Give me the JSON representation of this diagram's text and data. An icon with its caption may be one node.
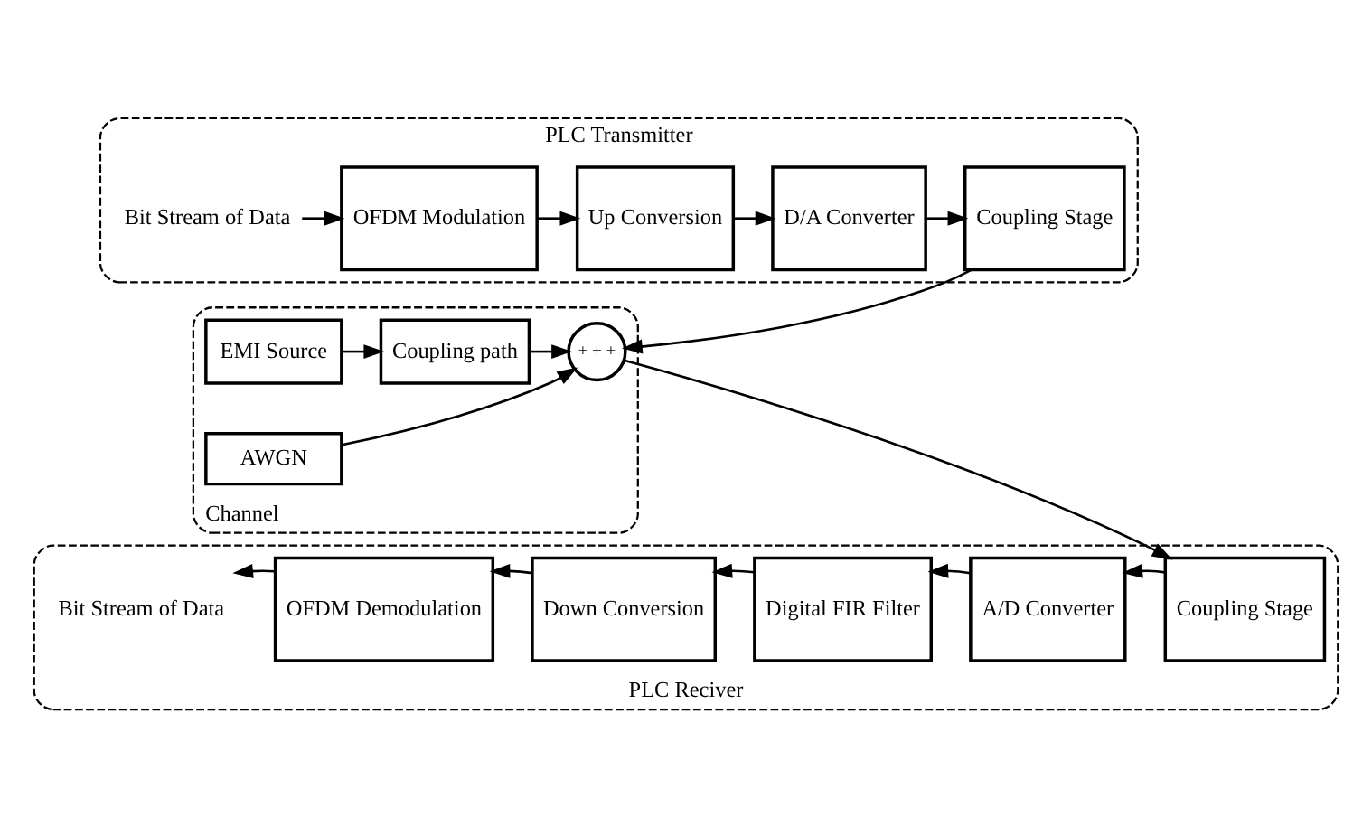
{
  "diagram": {
    "nodes": [
      {
        "text": [
          "PLC Transmitter"
        ]
      },
      {
        "text": [
          "Bit Stream of Data"
        ],
        "in": 0
      },
      {
        "text": [
          "OFDM Modulation"
        ],
        "in": 0
      },
      {
        "text": [
          "Up Conversion"
        ],
        "in": 0
      },
      {
        "text": [
          "D/A Converter"
        ],
        "in": 0
      },
      {
        "text": [
          "Coupling Stage"
        ],
        "in": 0
      },
      {
        "text": [
          "Channel"
        ]
      },
      {
        "text": [
          "EMI Source"
        ],
        "in": 6
      },
      {
        "text": [
          "Coupling path"
        ],
        "in": 6
      },
      {
        "text": [
          "AWGN"
        ],
        "in": 6
      },
      {
        "text": [
          "+",
          "+",
          "+"
        ],
        "in": 6
      },
      {
        "text": [
          "PLC Reciver"
        ]
      },
      {
        "text": [
          "Coupling Stage"
        ],
        "in": 11
      },
      {
        "text": [
          "A/D Converter"
        ],
        "in": 11
      },
      {
        "text": [
          "Digital FIR Filter"
        ],
        "in": 11
      },
      {
        "text": [
          "Down Conversion"
        ],
        "in": 11
      },
      {
        "text": [
          "OFDM Demodulation"
        ],
        "in": 11
      },
      {
        "text": [
          "Bit Stream of Data"
        ],
        "in": 11
      }
    ],
    "edges": [
      {
        "from": 1,
        "to": 2,
        "arrow": "to"
      },
      {
        "from": 2,
        "to": 3,
        "arrow": "to"
      },
      {
        "from": 3,
        "to": 4,
        "arrow": "to"
      },
      {
        "from": 4,
        "to": 5,
        "arrow": "to"
      },
      {
        "from": 5,
        "to": 10,
        "arrow": "to"
      },
      {
        "from": 7,
        "to": 8,
        "arrow": "to"
      },
      {
        "from": 8,
        "to": 10,
        "arrow": "to"
      },
      {
        "from": 9,
        "to": 10,
        "arrow": "to"
      },
      {
        "from": 10,
        "to": 12,
        "arrow": "to"
      },
      {
        "from": 12,
        "to": 13,
        "arrow": "to"
      },
      {
        "from": 13,
        "to": 14,
        "arrow": "to"
      },
      {
        "from": 14,
        "to": 15,
        "arrow": "to"
      },
      {
        "from": 15,
        "to": 16,
        "arrow": "to"
      },
      {
        "from": 16,
        "to": 17,
        "arrow": "to"
      }
    ]
  }
}
